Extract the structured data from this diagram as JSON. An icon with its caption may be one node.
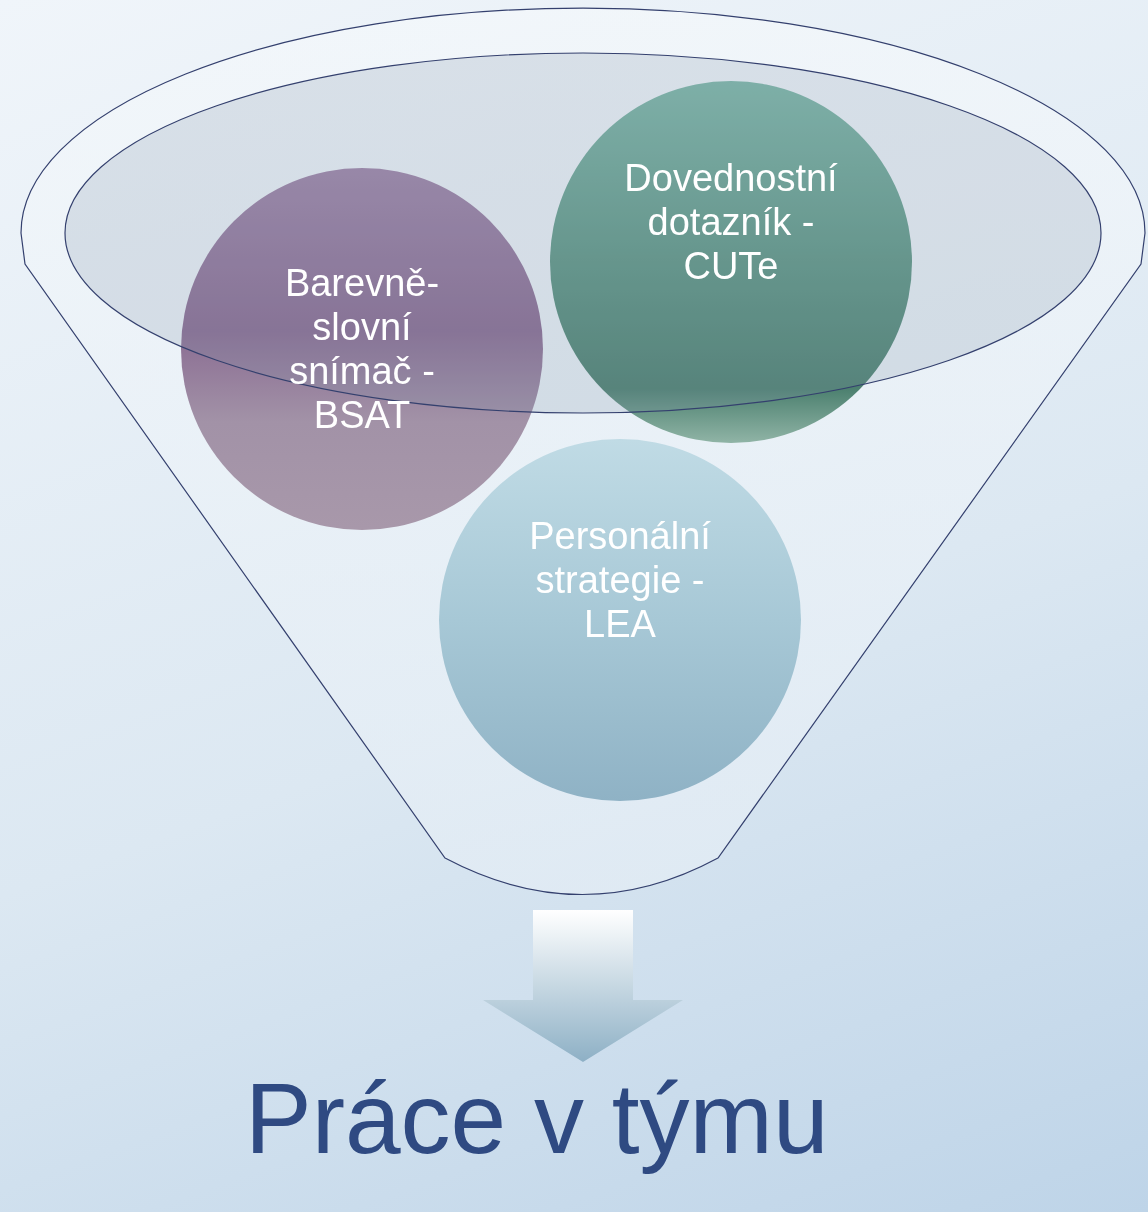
{
  "diagram": {
    "nodes": [
      {
        "text": [],
        "shape": "funnel"
      },
      {
        "text": [
          "Barevně-slovní snímač - BSAT"
        ],
        "in": 0
      },
      {
        "text": [
          "Dovednostní dotazník - CUTe"
        ],
        "in": 0
      },
      {
        "text": [
          "Personální strategie - LEA"
        ],
        "in": 0
      },
      {
        "text": [
          "Práce v týmu"
        ]
      }
    ],
    "edges": [
      {
        "from": 0,
        "to": 4,
        "arrow": "to",
        "style": "thick"
      }
    ]
  }
}
